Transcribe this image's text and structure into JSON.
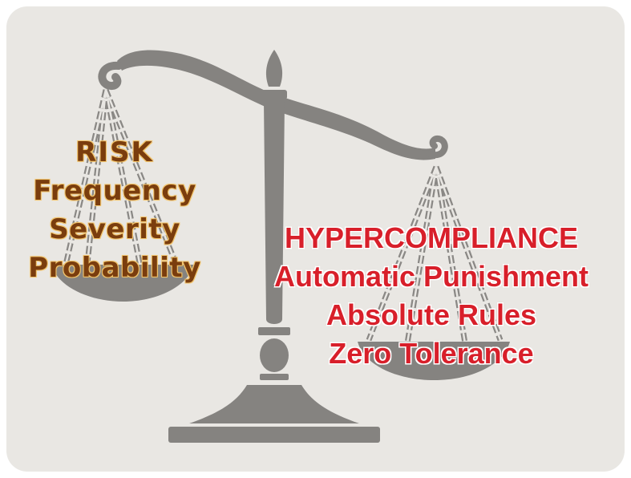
{
  "colors": {
    "background": "#e9e7e3",
    "scale": "#858380",
    "chain": "#8a8885",
    "risk_text": "#7a3d0e",
    "risk_outline": "#f1c36a",
    "hyper_text": "#d81f2a",
    "hyper_outline": "#ffffff"
  },
  "left_pan": {
    "lines": [
      "RISK",
      "Frequency",
      "Severity",
      "Probability"
    ]
  },
  "right_pan": {
    "lines": [
      "HYPERCOMPLIANCE",
      "Automatic Punishment",
      "Absolute Rules",
      "Zero Tolerance"
    ]
  }
}
